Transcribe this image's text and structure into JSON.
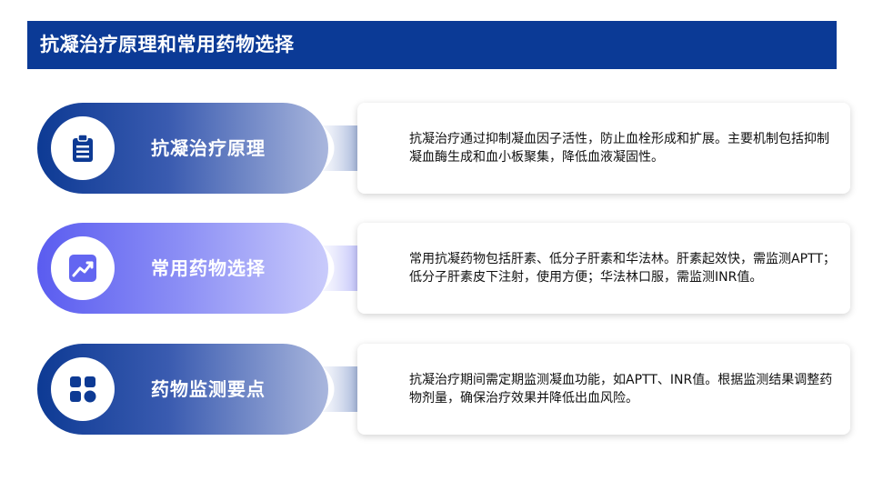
{
  "title": "抗凝治疗原理和常用药物选择",
  "rows": [
    {
      "label": "抗凝治疗原理",
      "icon": "clipboard-icon",
      "text": "抗凝治疗通过抑制凝血因子活性，防止血栓形成和扩展。主要机制包括抑制凝血酶生成和血小板聚集，降低血液凝固性。"
    },
    {
      "label": "常用药物选择",
      "icon": "trend-chart-icon",
      "text": "常用抗凝药物包括肝素、低分子肝素和华法林。肝素起效快，需监测APTT；低分子肝素皮下注射，使用方便；华法林口服，需监测INR值。"
    },
    {
      "label": "药物监测要点",
      "icon": "grid-apps-icon",
      "text": "抗凝治疗期间需定期监测凝血功能，如APTT、INR值。根据监测结果调整药物剂量，确保治疗效果并降低出血风险。"
    }
  ],
  "colors": {
    "title_bg": "#0b3a96",
    "pill_blue_start": "#0d3a94",
    "pill_purple_start": "#5a5cf0",
    "icon_blue": "#0d3a94",
    "icon_purple": "#6366f1"
  }
}
